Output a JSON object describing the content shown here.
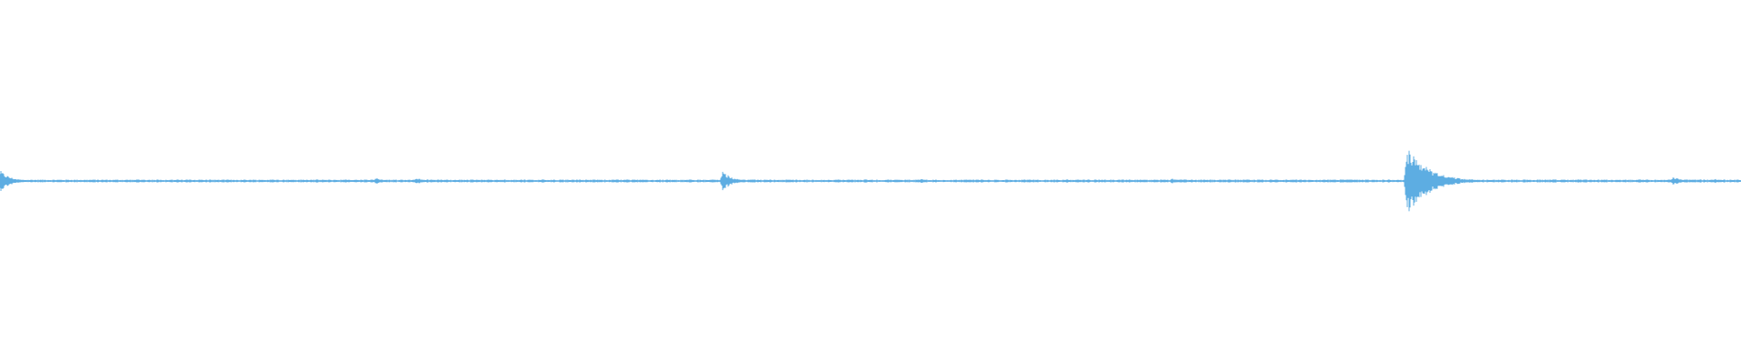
{
  "waveform": {
    "color": "#5dade2",
    "background": "#ffffff",
    "baseline_amplitude": 0.008,
    "bursts": [
      {
        "position": 0.0,
        "amplitude": 0.06,
        "decay": 0.006
      },
      {
        "position": 0.079,
        "amplitude": 0.012,
        "decay": 0.002
      },
      {
        "position": 0.216,
        "amplitude": 0.018,
        "decay": 0.004
      },
      {
        "position": 0.239,
        "amplitude": 0.02,
        "decay": 0.004
      },
      {
        "position": 0.275,
        "amplitude": 0.01,
        "decay": 0.003
      },
      {
        "position": 0.336,
        "amplitude": 0.008,
        "decay": 0.002
      },
      {
        "position": 0.415,
        "amplitude": 0.06,
        "decay": 0.005
      },
      {
        "position": 0.497,
        "amplitude": 0.01,
        "decay": 0.003
      },
      {
        "position": 0.529,
        "amplitude": 0.012,
        "decay": 0.004
      },
      {
        "position": 0.613,
        "amplitude": 0.01,
        "decay": 0.003
      },
      {
        "position": 0.673,
        "amplitude": 0.014,
        "decay": 0.004
      },
      {
        "position": 0.777,
        "amplitude": 0.008,
        "decay": 0.002
      },
      {
        "position": 0.808,
        "amplitude": 0.2,
        "decay": 0.012
      },
      {
        "position": 0.897,
        "amplitude": 0.01,
        "decay": 0.004
      },
      {
        "position": 0.961,
        "amplitude": 0.022,
        "decay": 0.006
      },
      {
        "position": 0.985,
        "amplitude": 0.014,
        "decay": 0.004
      }
    ]
  }
}
